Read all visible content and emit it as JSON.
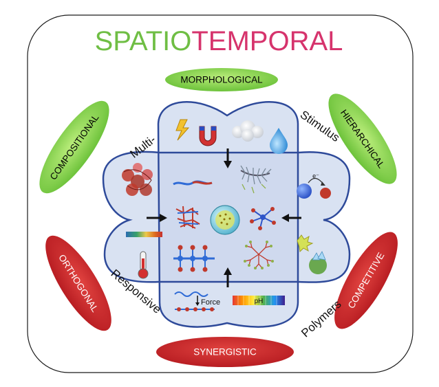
{
  "title": {
    "part1": "SPATIO",
    "part2": "TEMPORAL"
  },
  "ovals": {
    "morphological": "MORPHOLOGICAL",
    "compositional": "COMPOSITIONAL",
    "hierarchical": "HIERARCHICAL",
    "orthogonal": "ORTHOGONAL",
    "competitive": "COMPETITIVE",
    "synergistic": "SYNERGISTIC"
  },
  "ring_words": {
    "multi": "Multi-",
    "stimulus": "Stimulus",
    "responsive": "Responsive",
    "polymers": "Polymers"
  },
  "labels": {
    "force": "Force",
    "ph": "pH",
    "electron": "e⁻"
  },
  "colors": {
    "green": "#6fbe44",
    "pink": "#d6336c",
    "oval_green": "#8fd14f",
    "oval_red": "#c9252c",
    "flower_stroke": "#2e4a9a",
    "flower_fill": "#d9e2f2"
  }
}
